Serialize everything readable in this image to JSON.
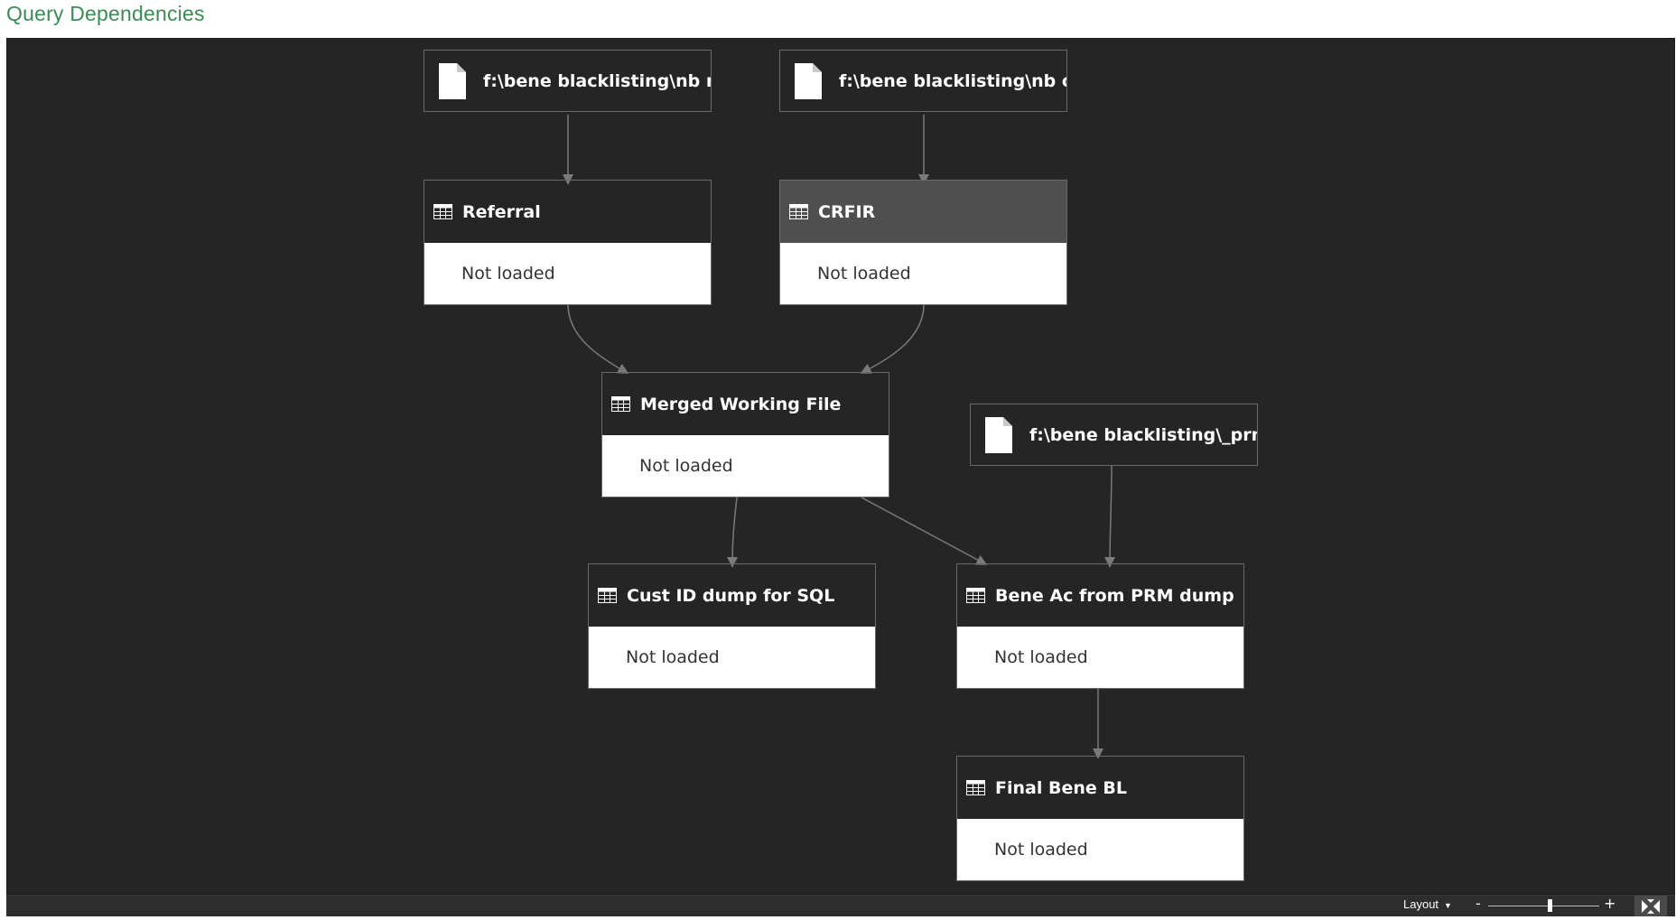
{
  "title": "Query Dependencies",
  "nodes": {
    "src1": {
      "label": "f:\\bene blacklisting\\nb re..."
    },
    "src2": {
      "label": "f:\\bene blacklisting\\nb cr..."
    },
    "src3": {
      "label": "f:\\bene blacklisting\\_prm..."
    },
    "referral": {
      "label": "Referral",
      "status": "Not loaded"
    },
    "crfir": {
      "label": "CRFIR",
      "status": "Not loaded",
      "selected": true
    },
    "merged": {
      "label": "Merged Working File",
      "status": "Not loaded"
    },
    "custid": {
      "label": "Cust ID dump for SQL",
      "status": "Not loaded"
    },
    "beneac": {
      "label": "Bene Ac from PRM dump",
      "status": "Not loaded"
    },
    "finalbene": {
      "label": "Final Bene BL",
      "status": "Not loaded"
    }
  },
  "footer": {
    "layout_label": "Layout",
    "zoom_minus": "-",
    "zoom_plus": "+"
  },
  "colors": {
    "canvas": "#252525",
    "title": "#3e8a55",
    "selected_header": "#4f4f4f",
    "edge": "#7a7a7a"
  }
}
